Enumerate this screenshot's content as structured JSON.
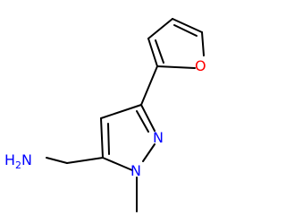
{
  "molecule": {
    "atoms": {
      "amine": {
        "main": "H",
        "sub": "2",
        "tail": "N"
      },
      "pyrazole_n1": {
        "symbol": "N"
      },
      "pyrazole_n2": {
        "symbol": "N"
      },
      "furan_o": {
        "symbol": "O"
      }
    },
    "colors": {
      "bond": "#000000",
      "nitrogen": "#0000ff",
      "oxygen": "#ff0000"
    }
  }
}
